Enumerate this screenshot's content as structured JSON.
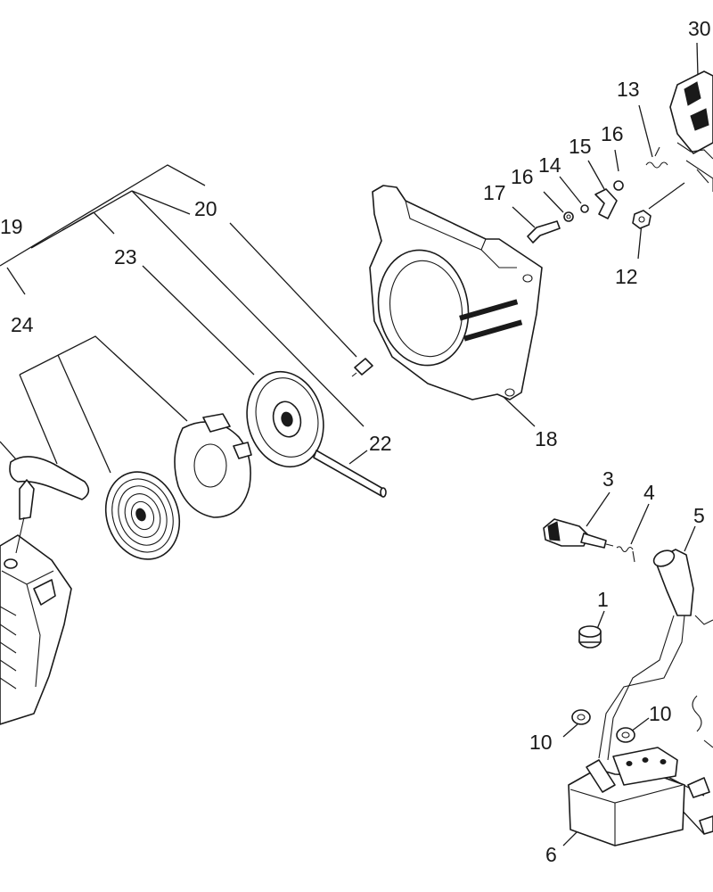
{
  "diagram": {
    "callouts": {
      "c1": "1",
      "c3": "3",
      "c4": "4",
      "c5": "5",
      "c6": "6",
      "c10a": "10",
      "c10b": "10",
      "c12": "12",
      "c13": "13",
      "c14": "14",
      "c15": "15",
      "c16a": "16",
      "c16b": "16",
      "c17": "17",
      "c18": "18",
      "c19": "19",
      "c20": "20",
      "c22": "22",
      "c23": "23",
      "c24": "24",
      "c30": "30"
    },
    "parts": [
      "starter-handle",
      "starter-cover",
      "starter-pulley-cover",
      "recoil-pulley",
      "starter-rope",
      "fan-housing",
      "spark-plug",
      "ignition-spring",
      "spark-plug-boot",
      "ignition-coil",
      "throttle-linkage"
    ]
  }
}
